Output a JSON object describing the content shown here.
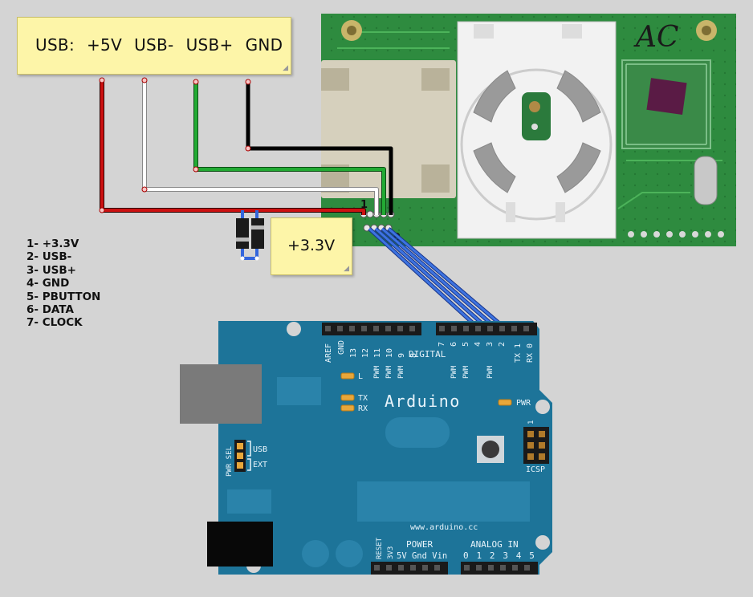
{
  "usb_note": {
    "prefix": "USB:",
    "pins": [
      "+5V",
      "USB-",
      "USB+",
      "GND"
    ]
  },
  "v33_note": {
    "label": "+3.3V"
  },
  "pin_legend": [
    "1- +3.3V",
    "2- USB-",
    "3- USB+",
    "4- GND",
    "5- PBUTTON",
    "6- DATA",
    "7- CLOCK"
  ],
  "controller_board": {
    "initials": "AC",
    "pin_first": "1",
    "pin_last": "9"
  },
  "arduino": {
    "brand": "Arduino",
    "website": "www.arduino.cc",
    "digital_label": "DIGITAL",
    "top_left_labels": [
      "AREF",
      "GND"
    ],
    "top_pin_numbers_a": [
      "13",
      "12",
      "11",
      "10",
      "9",
      "8"
    ],
    "top_pin_numbers_b": [
      "7",
      "6",
      "5",
      "4",
      "3",
      "2",
      "TX 1",
      "RX 0"
    ],
    "pwm": "PWM",
    "led_l": "L",
    "led_tx": "TX",
    "led_rx": "RX",
    "led_pwr": "PWR",
    "pwr_sel": "PWR SEL",
    "usb": "USB",
    "ext": "EXT",
    "icsp": "ICSP",
    "icsp_pin": "1",
    "reset": "RESET",
    "v33": "3V3",
    "power_label": "POWER",
    "power_pins": "5V Gnd Vin",
    "analog_label": "ANALOG IN",
    "analog_pins": "0 1 2 3 4 5"
  },
  "colors": {
    "background": "#d4d4d4",
    "note_fill": "#fdf5a8",
    "wire_5v": "#cc1111",
    "wire_usb_minus": "#ffffff",
    "wire_usb_plus": "#22aa33",
    "wire_gnd": "#111111",
    "wire_data": "#3366dd",
    "arduino_board": "#1d7499",
    "controller_pcb": "#2e8b3f"
  }
}
